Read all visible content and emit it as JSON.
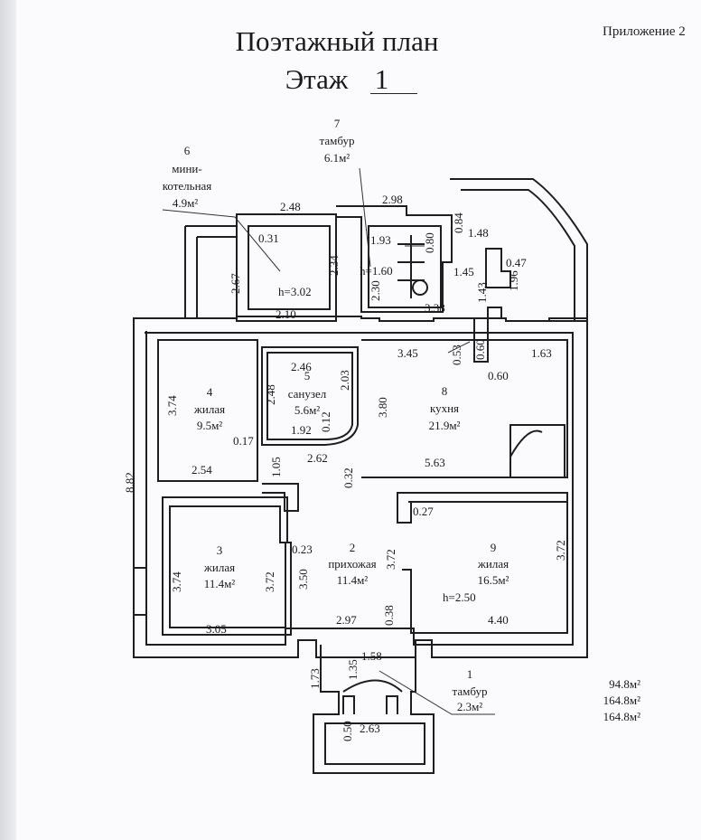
{
  "header": {
    "title": "Поэтажный план",
    "floor_label": "Этаж",
    "floor_number": "1",
    "appendix": "Приложение  2"
  },
  "rooms": [
    {
      "num": "1",
      "name": "тамбур",
      "area": "2.3м²"
    },
    {
      "num": "2",
      "name": "прихожая",
      "area": "11.4м²"
    },
    {
      "num": "3",
      "name": "жилая",
      "area": "11.4м²"
    },
    {
      "num": "4",
      "name": "жилая",
      "area": "9.5м²"
    },
    {
      "num": "5",
      "name": "санузел",
      "area": "5.6м²"
    },
    {
      "num": "6",
      "name1": "мини-",
      "name2": "котельная",
      "area": "4.9м²"
    },
    {
      "num": "7",
      "name": "тамбур",
      "area": "6.1м²"
    },
    {
      "num": "8",
      "name": "кухня",
      "area": "21.9м²"
    },
    {
      "num": "9",
      "name": "жилая",
      "area": "16.5м²"
    }
  ],
  "heights": {
    "boiler": "h=3.02",
    "vestibule": "h=1.60",
    "room9": "h=2.50"
  },
  "dimensions": {
    "d248top": "2.48",
    "d031": "0.31",
    "d234": "2.34",
    "d267": "2.67",
    "d210": "2.10",
    "d298": "2.98",
    "d193": "1.93",
    "d080": "0.80",
    "d230": "2.30",
    "d338": "3.38",
    "d084": "0.84",
    "d148": "1.48",
    "d145": "1.45",
    "d047": "0.47",
    "d143": "1.43",
    "d196": "1.96",
    "d246": "2.46",
    "d248b": "2.48",
    "d203": "2.03",
    "d192": "1.92",
    "d012": "0.12",
    "d262": "2.62",
    "d345": "3.45",
    "d053": "0.53",
    "d060a": "0.60",
    "d060b": "0.60",
    "d163": "1.63",
    "d380": "3.80",
    "d374a": "3.74",
    "d017": "0.17",
    "d254": "2.54",
    "d105": "1.05",
    "d032": "0.32",
    "d563": "5.63",
    "d882": "8.82",
    "d027": "0.27",
    "d023": "0.23",
    "d374b": "3.74",
    "d372a": "3.72",
    "d350": "3.50",
    "d372b": "3.72",
    "d372c": "3.72",
    "d305": "3.05",
    "d297": "2.97",
    "d038": "0.38",
    "d440": "4.40",
    "d173": "1.73",
    "d135": "1.35",
    "d158": "1.58",
    "d050": "0.50",
    "d263": "2.63"
  },
  "totals": {
    "t1": "94.8м²",
    "t2": "164.8м²",
    "t3": "164.8м²"
  }
}
